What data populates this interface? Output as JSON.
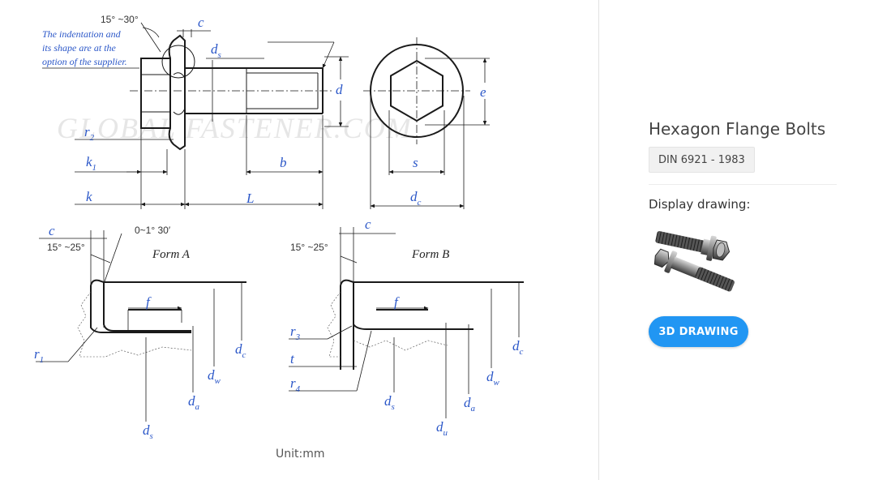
{
  "drawing": {
    "watermark": "GLOBAL FASTENER.COM",
    "note_lines": [
      "The indentation and",
      "its shape are at the",
      "option of the supplier."
    ],
    "top_angle": "15° ~30°",
    "left_angle_a": "15° ~25°",
    "left_angle_b": "15° ~25°",
    "tilt_angle": "0~1° 30′",
    "form_a": "Form A",
    "form_b": "Form B",
    "labels": {
      "c": "c",
      "d": "d",
      "e": "e",
      "s": "s",
      "k": "k",
      "L": "L",
      "b": "b",
      "t": "t",
      "f": "f",
      "r": "r",
      "k_base": "k",
      "d_base": "d",
      "sub_s": "s",
      "sub_1": "1",
      "sub_2": "2",
      "sub_3": "3",
      "sub_4": "4",
      "sub_c": "c",
      "sub_w": "w",
      "sub_a": "a",
      "sub_u": "u"
    },
    "unit": "Unit:mm"
  },
  "product": {
    "title": "Hexagon Flange Bolts",
    "standard": "DIN 6921 - 1983",
    "display_label": "Display drawing:",
    "button_label": "3D DRAWING",
    "image_icon": "hex-flange-bolt-3d-icon",
    "accent_color": "#2196f3"
  }
}
